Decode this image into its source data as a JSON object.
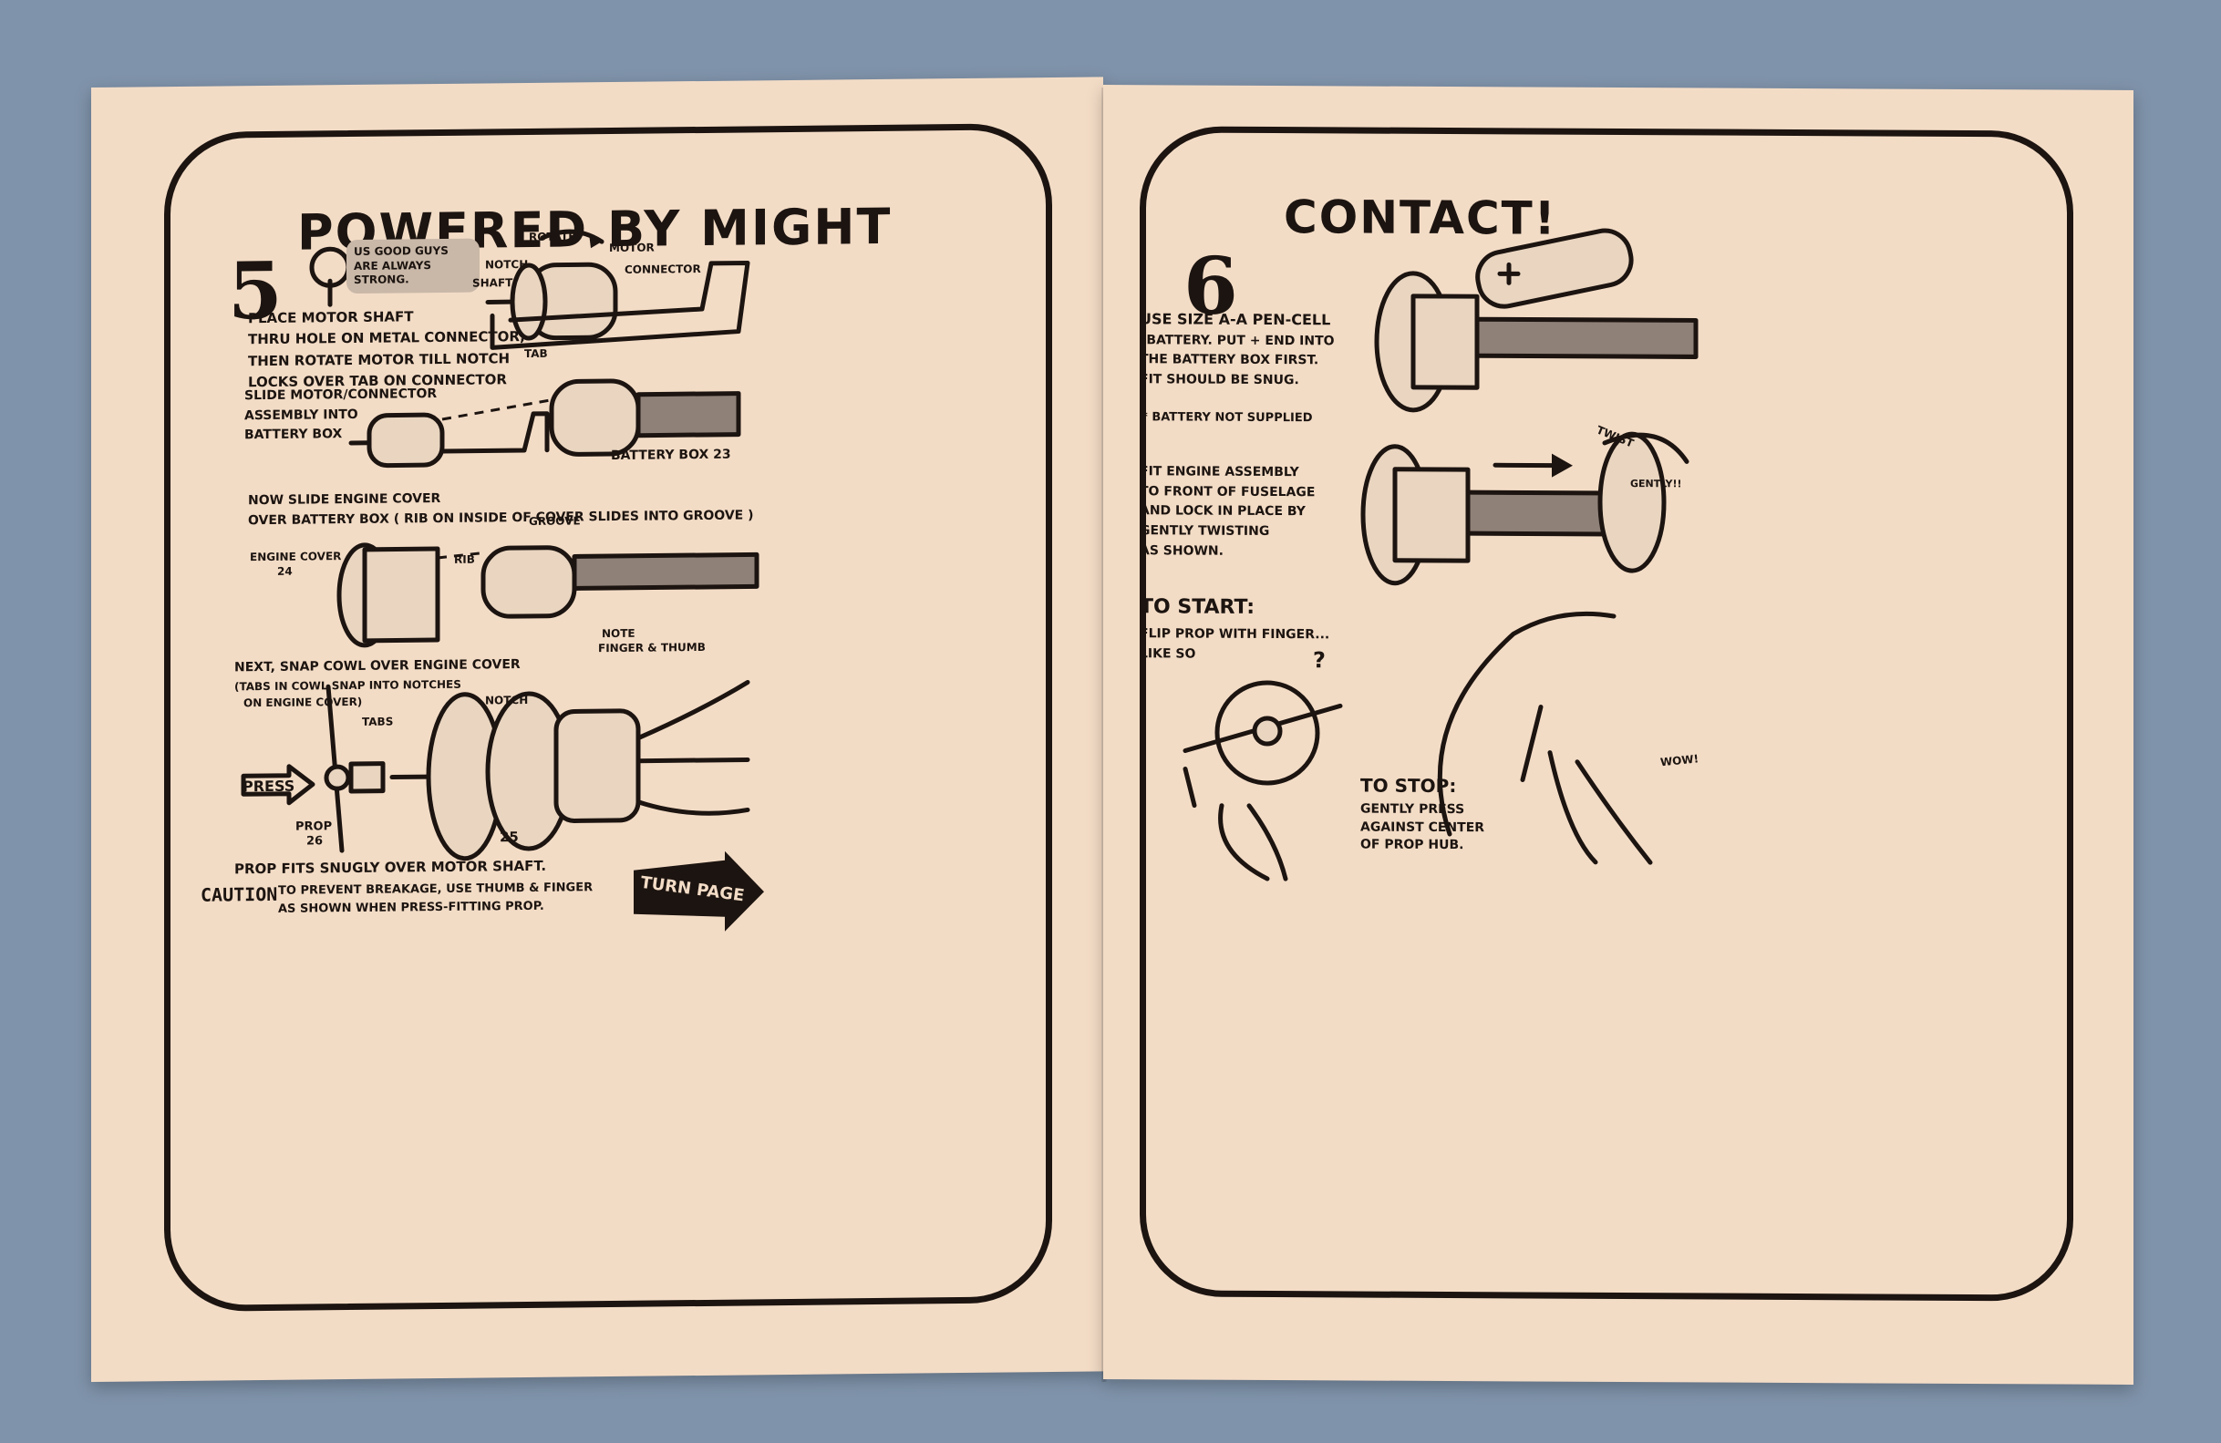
{
  "left_page": {
    "title": "POWERED BY MIGHT",
    "step_number": "5",
    "note_bubble": "US GOOD GUYS ARE ALWAYS STRONG.",
    "labels": {
      "rotate": "ROTATE",
      "motor": "MOTOR",
      "notch": "NOTCH",
      "shaft": "SHAFT",
      "connector": "CONNECTOR",
      "tab": "TAB",
      "battery_box": "BATTERY BOX 23",
      "groove": "GROOVE",
      "rib": "RIB",
      "engine_cover": "ENGINE COVER",
      "engine_cover_num": "24",
      "note_finger": "NOTE",
      "finger_thumb": "FINGER & THUMB",
      "tabs": "TABS",
      "notch2": "NOTCH",
      "press": "PRESS",
      "prop": "PROP",
      "prop_num": "26",
      "cowl_num": "25"
    },
    "instructions": [
      "PLACE MOTOR SHAFT",
      "THRU HOLE ON METAL CONNECTOR,",
      "THEN ROTATE MOTOR TILL NOTCH",
      "LOCKS OVER TAB ON CONNECTOR"
    ],
    "slide_text": [
      "SLIDE MOTOR/CONNECTOR",
      "ASSEMBLY INTO",
      "BATTERY BOX"
    ],
    "cover_text": [
      "NOW SLIDE ENGINE COVER",
      "OVER BATTERY BOX   ( RIB ON INSIDE OF COVER SLIDES INTO GROOVE )"
    ],
    "cowl_text": [
      "NEXT, SNAP COWL OVER ENGINE COVER",
      "(TABS IN COWL SNAP INTO NOTCHES",
      "ON ENGINE COVER)"
    ],
    "prop_fit": "PROP FITS SNUGLY OVER MOTOR SHAFT.",
    "caution_label": "CAUTION",
    "caution_text": [
      "TO PREVENT BREAKAGE, USE THUMB & FINGER",
      "AS SHOWN WHEN PRESS-FITTING PROP."
    ],
    "turn_page": "TURN PAGE"
  },
  "right_page": {
    "title": "CONTACT!",
    "step_number": "6",
    "battery_text": [
      "USE SIZE A-A PEN-CELL",
      "*BATTERY.  PUT + END INTO",
      "THE BATTERY BOX FIRST.",
      "FIT SHOULD BE SNUG."
    ],
    "battery_note": "* BATTERY NOT SUPPLIED",
    "fit_text": [
      "FIT ENGINE ASSEMBLY",
      "TO FRONT OF FUSELAGE",
      "AND LOCK IN PLACE BY",
      "GENTLY TWISTING",
      "AS SHOWN."
    ],
    "twist": "TWIST",
    "gently": "GENTLY!!",
    "to_start": "TO START:",
    "start_text": [
      "FLIP PROP WITH FINGER...",
      "LIKE SO"
    ],
    "question": "?",
    "to_stop": "TO STOP:",
    "stop_text": [
      "GENTLY PRESS",
      "AGAINST CENTER",
      "OF PROP HUB."
    ],
    "wow": "WOW!"
  },
  "colors": {
    "paper": "#f3dcc6",
    "ink": "#1c1410",
    "background": "#7f93aa",
    "shade": "#8f8178"
  }
}
